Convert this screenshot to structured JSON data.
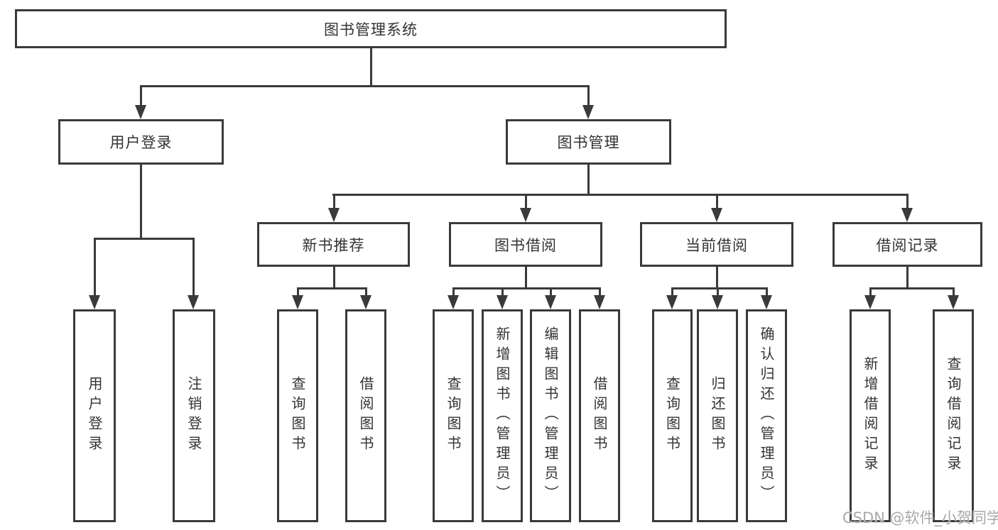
{
  "diagram": {
    "root": "图书管理系统",
    "login": {
      "label": "用户登录",
      "children": [
        "用户登录",
        "注销登录"
      ]
    },
    "management": {
      "label": "图书管理",
      "sections": [
        {
          "label": "新书推荐",
          "children": [
            "查询图书",
            "借阅图书"
          ]
        },
        {
          "label": "图书借阅",
          "children": [
            "查询图书",
            "新增图书（管理员）",
            "编辑图书（管理员）",
            "借阅图书"
          ]
        },
        {
          "label": "当前借阅",
          "children": [
            "查询图书",
            "归还图书",
            "确认归还（管理员）"
          ]
        },
        {
          "label": "借阅记录",
          "children": [
            "新增借阅记录",
            "查询借阅记录"
          ]
        }
      ]
    }
  },
  "watermark": "CSDN @软件_小贺同学",
  "colors": {
    "line": "#3a3a3a",
    "text": "#333333",
    "watermark": "#a9a9a9",
    "background": "#ffffff"
  }
}
